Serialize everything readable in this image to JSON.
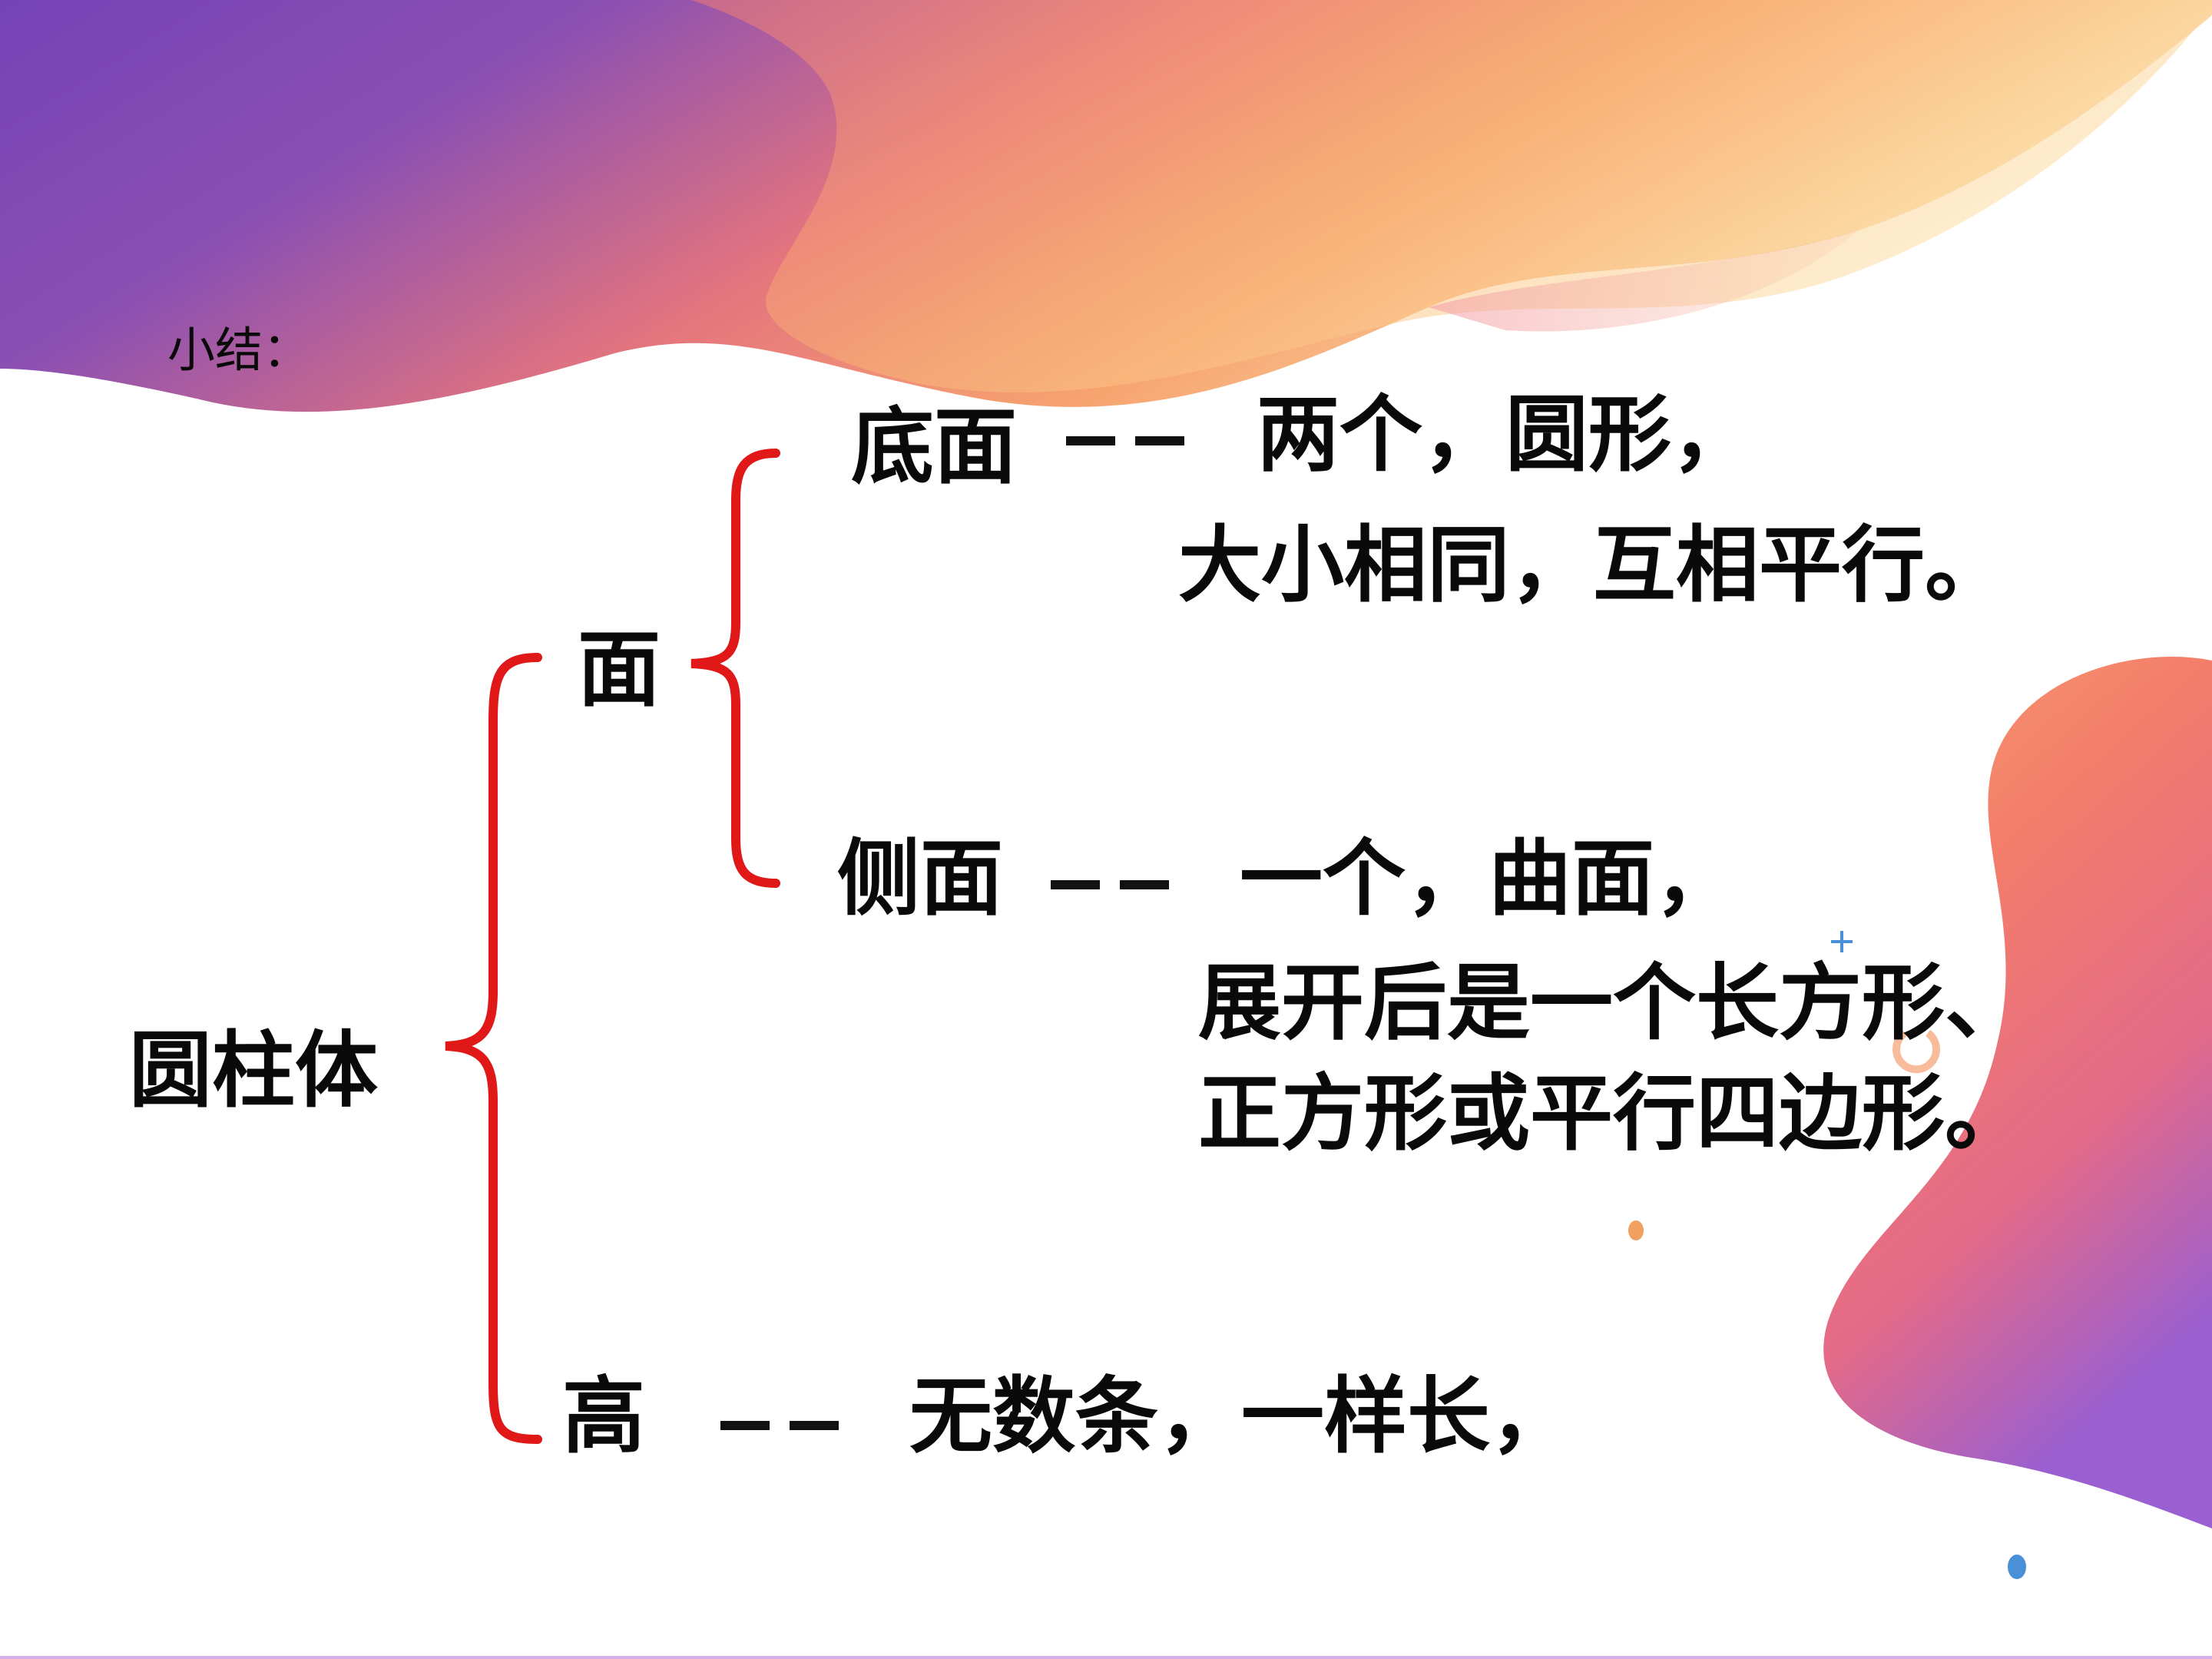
{
  "slide": {
    "summary_label": "小结：",
    "root": "圆柱体",
    "face": "面",
    "bottom_face": {
      "term": "底面",
      "line1": "两个，圆形，",
      "line2": "大小相同，互相平行。"
    },
    "side_face": {
      "term": "侧面",
      "line1": "一个，曲面，",
      "line2": "展开后是一个长方形、",
      "line3": "正方形或平行四边形。"
    },
    "height": {
      "term": "高",
      "line1": "无数条，一样长，"
    }
  },
  "colors": {
    "brace": "#e01818",
    "text": "#0a0a0a",
    "wave_purple": "#7a46b8",
    "wave_orange": "#f58a66",
    "wave_yellow": "#fbd38a",
    "dot_blue": "#4a90d9",
    "dot_orange": "#f0a060"
  }
}
